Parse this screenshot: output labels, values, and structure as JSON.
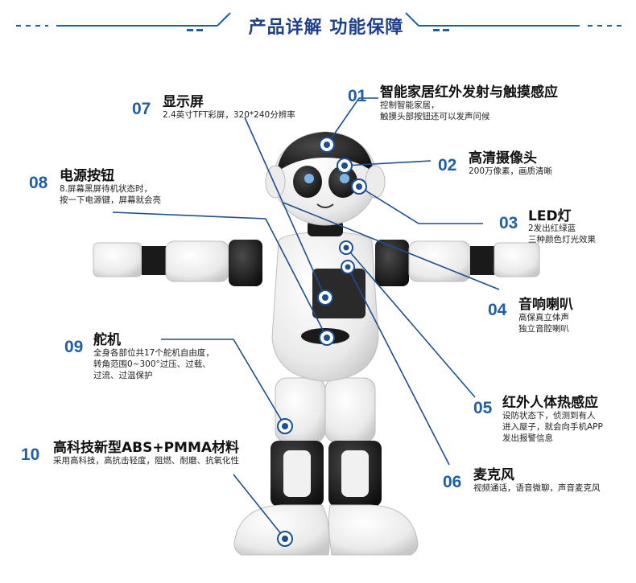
{
  "header": {
    "title": "产品详解 功能保障"
  },
  "colors": {
    "accent": "#1f5fa8",
    "line": "#1c4f8f",
    "robot_white": "#f4f4f4",
    "robot_black": "#1a1a1a"
  },
  "features": [
    {
      "num": "01",
      "title": "智能家居红外发射与触摸感应",
      "desc": [
        "控制智能家居，",
        "触摸头部按钮还可以发声问候"
      ]
    },
    {
      "num": "02",
      "title": "高清摄像头",
      "desc": [
        "200万像素，画质清晰"
      ]
    },
    {
      "num": "03",
      "title": "LED灯",
      "desc": [
        "2发出红绿蓝",
        "三种颜色灯光效果"
      ]
    },
    {
      "num": "04",
      "title": "音响喇叭",
      "desc": [
        "高保真立体声",
        "独立音腔喇叭"
      ]
    },
    {
      "num": "05",
      "title": "红外人体热感应",
      "desc": [
        "设防状态下，侦测到有人",
        "进入屋子，就会向手机APP",
        "发出报警信息"
      ]
    },
    {
      "num": "06",
      "title": "麦克风",
      "desc": [
        "视频通话，语音微聊，声音麦克风"
      ]
    },
    {
      "num": "07",
      "title": "显示屏",
      "desc": [
        "2.4英寸TFT彩屏，320*240分辨率"
      ]
    },
    {
      "num": "08",
      "title": "电源按钮",
      "desc": [
        "8.屏幕黑屏待机状态时，",
        "按一下电源键，屏幕就会亮"
      ]
    },
    {
      "num": "09",
      "title": "舵机",
      "desc": [
        "全身各部位共17个舵机自由度，",
        "转角范围0~300°过压、过载、",
        "过流、过温保护"
      ]
    },
    {
      "num": "10",
      "title": "高科技新型ABS+PMMA材料",
      "desc": [
        "采用高科技，高抗击轻度，阻燃、耐磨、抗氧化性"
      ]
    }
  ]
}
